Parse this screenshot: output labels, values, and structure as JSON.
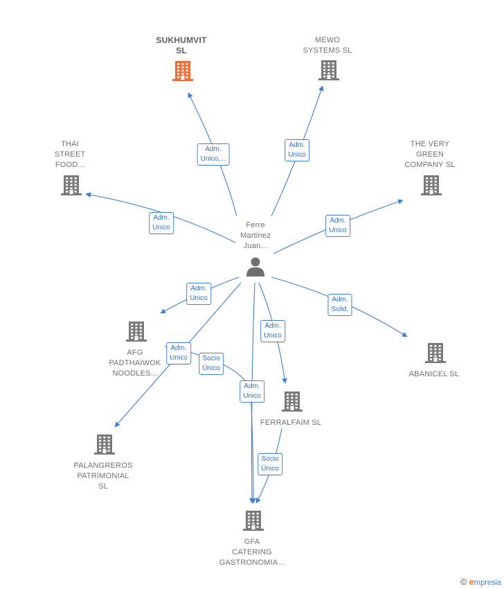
{
  "colors": {
    "edge": "#3d7fd4",
    "building": "#7a7a7a",
    "building_focus": "#f26a35",
    "person": "#6e6e6e",
    "label": "#707070"
  },
  "person": {
    "lines": [
      "Ferre",
      "Martinez",
      "Juan..."
    ],
    "icon": "person-icon"
  },
  "companies": [
    {
      "id": "sukhumvit",
      "lines": [
        "SUKHUMVIT",
        "SL"
      ],
      "focus": true,
      "icon": "building-icon"
    },
    {
      "id": "mewo",
      "lines": [
        "MEWO",
        "SYSTEMS  SL"
      ],
      "icon": "building-icon"
    },
    {
      "id": "thai",
      "lines": [
        "THAI",
        "STREET",
        "FOOD..."
      ],
      "icon": "building-icon"
    },
    {
      "id": "verygreen",
      "lines": [
        "THE VERY",
        "GREEN",
        "COMPANY  SL"
      ],
      "icon": "building-icon"
    },
    {
      "id": "afg",
      "lines": [
        "AFG",
        "PADTHAIWOK",
        "NOODLES..."
      ],
      "icon": "building-icon"
    },
    {
      "id": "abanicel",
      "lines": [
        "ABANICEL  SL"
      ],
      "icon": "building-icon"
    },
    {
      "id": "ferralfaim",
      "lines": [
        "FERRALFAIM SL"
      ],
      "icon": "building-icon"
    },
    {
      "id": "palangreros",
      "lines": [
        "PALANGREROS",
        "PATRIMONIAL",
        "SL"
      ],
      "icon": "building-icon"
    },
    {
      "id": "gfa",
      "lines": [
        "GFA",
        "CATERING",
        "GASTRONOMIA..."
      ],
      "icon": "building-icon"
    }
  ],
  "relations": [
    {
      "to": "sukhumvit",
      "lines": [
        "Adm.",
        "Unico,..."
      ]
    },
    {
      "to": "mewo",
      "lines": [
        "Adm.",
        "Unico"
      ]
    },
    {
      "to": "thai",
      "lines": [
        "Adm.",
        "Unico"
      ]
    },
    {
      "to": "verygreen",
      "lines": [
        "Adm.",
        "Unico"
      ]
    },
    {
      "to": "afg",
      "lines": [
        "Adm.",
        "Unico"
      ]
    },
    {
      "to": "abanicel",
      "lines": [
        "Adm.",
        "Solid."
      ]
    },
    {
      "to": "ferralfaim",
      "lines": [
        "Adm.",
        "Unico"
      ]
    },
    {
      "to": "palangreros",
      "lines": [
        "Adm.",
        "Unico"
      ]
    },
    {
      "to": "gfa",
      "lines": [
        "Adm.",
        "Unico"
      ]
    },
    {
      "from": "afg",
      "to": "gfa",
      "lines": [
        "Socio",
        "Único"
      ]
    },
    {
      "from": "ferralfaim",
      "to": "gfa",
      "lines": [
        "Socio",
        "Único"
      ]
    }
  ],
  "brand": {
    "copyright": "©",
    "initial": "e",
    "rest": "mpresia"
  }
}
